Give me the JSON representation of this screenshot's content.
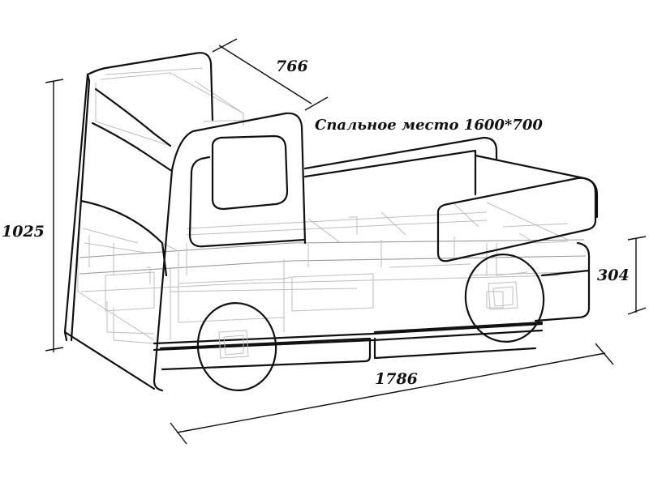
{
  "diagram": {
    "caption": "Спальное место 1600*700",
    "dimensions": {
      "height": "1025",
      "depth": "766",
      "length": "1786",
      "side_height": "304"
    }
  }
}
